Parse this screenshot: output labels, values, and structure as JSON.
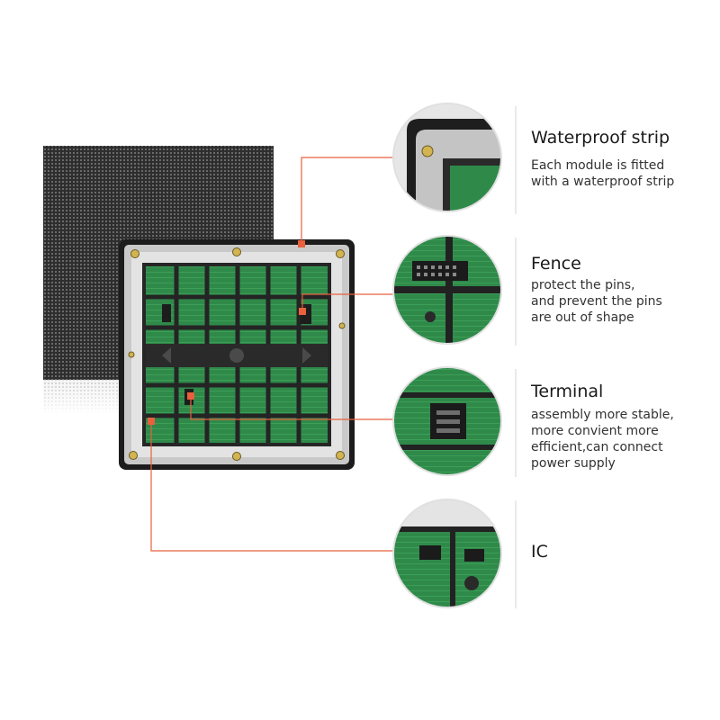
{
  "features": [
    {
      "title": "Waterproof strip",
      "description": [
        "Each module is fitted",
        "with a waterproof strip"
      ],
      "detail_image": "waterproof-strip-closeup"
    },
    {
      "title": "Fence",
      "description": [
        "protect the pins,",
        "and prevent the pins",
        "are out of shape"
      ],
      "detail_image": "fence-closeup"
    },
    {
      "title": "Terminal",
      "description": [
        "assembly more stable,",
        "more convient more",
        "efficient,can connect",
        "power supply"
      ],
      "detail_image": "terminal-closeup"
    },
    {
      "title": "IC",
      "description": [],
      "detail_image": "ic-closeup"
    }
  ],
  "colors": {
    "callout_line": "#e8603c",
    "callout_dot": "#e8603c",
    "pcb_green": "#2f8a4a",
    "frame_black": "#1c1c1c",
    "gasket_gray": "#c9c9c9",
    "led_face": "#3a3a3a",
    "divider": "#d6d6d6"
  }
}
